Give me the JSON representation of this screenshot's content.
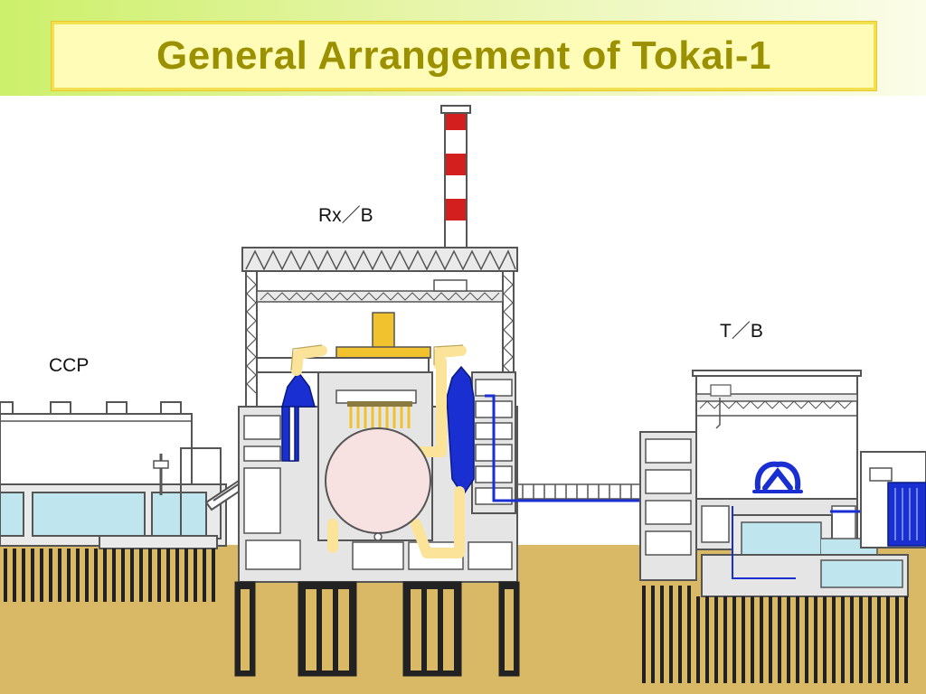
{
  "title": "General Arrangement of Tokai-1",
  "labels": {
    "reactor_building": "Rx／B",
    "turbine_building": "T／B",
    "ccp": "CCP"
  },
  "colors": {
    "title_text": "#9a9000",
    "title_box_fill": "#fefcb6",
    "ground": "#d9b866",
    "pool_water": "#bfe6ef",
    "boiler_blue": "#1a2fd1",
    "duct_yellow": "#fbe49a",
    "reactor_vessel": "#f7e1e1",
    "stack_red": "#d41f1f"
  }
}
